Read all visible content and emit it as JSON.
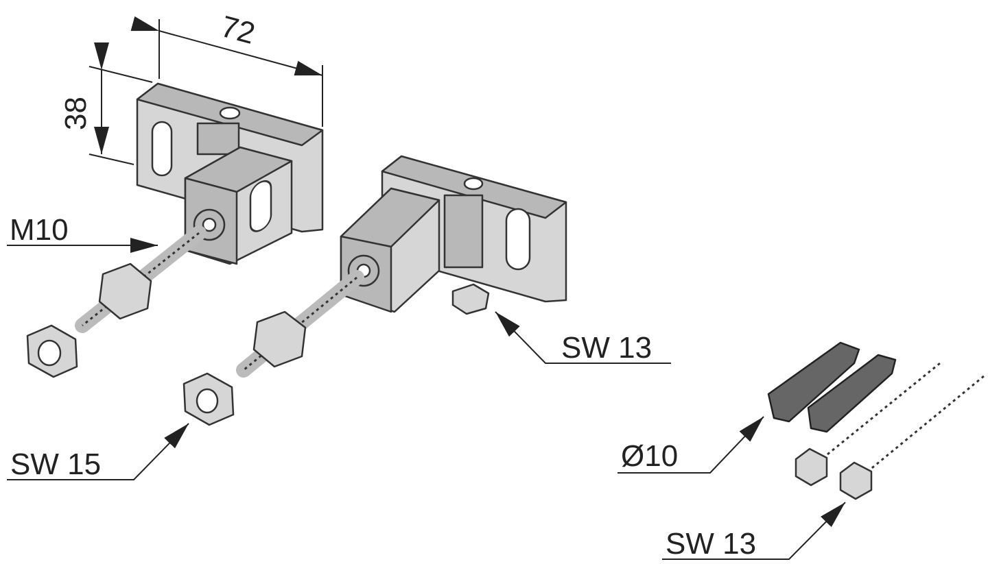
{
  "dimensions": {
    "width": "72",
    "height": "38"
  },
  "labels": {
    "thread": "M10",
    "nut_small": "SW 13",
    "nut_large": "SW 15",
    "dowel": "Ø10",
    "screw": "SW 13"
  },
  "colors": {
    "part_fill": "#d6d6d6",
    "dowel_fill": "#666666",
    "line": "#222222"
  }
}
